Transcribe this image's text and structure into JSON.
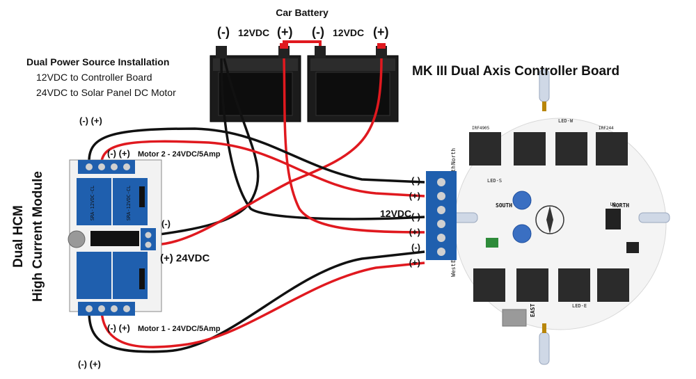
{
  "title_batteries": "Car Battery",
  "battery_labels": {
    "b1_neg": "(-)",
    "b1_volt": "12VDC",
    "b1_pos": "(+)",
    "b2_neg": "(-)",
    "b2_volt": "12VDC",
    "b2_pos": "(+)"
  },
  "install_info": {
    "heading": "Dual Power Source Installation",
    "line1": "12VDC to Controller Board",
    "line2": "24VDC to Solar Panel DC Motor"
  },
  "controller": {
    "title": "MK III Dual Axis Controller Board",
    "terminal_polarity": [
      "(-)",
      "(+)",
      "(-)",
      "(+)",
      "(-)",
      "(+)"
    ],
    "supply_label": "12VDC",
    "pcb_labels": [
      "North",
      "South",
      "East",
      "West",
      "SOUTH",
      "NORTH",
      "EAST",
      "LED-S",
      "LED-W",
      "LED-E",
      "U1",
      "IRF4905",
      "IRF244"
    ]
  },
  "hcm": {
    "side_label_1": "Dual HCM",
    "side_label_2": "High Current Module",
    "motor2_polarity": "(-)  (+)",
    "motor2_terminal": "(-) (+)",
    "motor2_label": "Motor 2 - 24VDC/5Amp",
    "motor1_polarity": "(-) (+)",
    "motor1_terminal": "(-) (+)",
    "motor1_label": "Motor 1 - 24VDC/5Amp",
    "supply_neg": "(-)",
    "supply_pos": "(+) 24VDC",
    "relay_text": "SRA-12VDC-CL"
  },
  "colors": {
    "wire_red": "#e0191f",
    "wire_black": "#111111",
    "terminal_blue": "#1f5fae",
    "pcb_white": "#f4f4f4",
    "battery_dark": "#1b1b1b"
  }
}
